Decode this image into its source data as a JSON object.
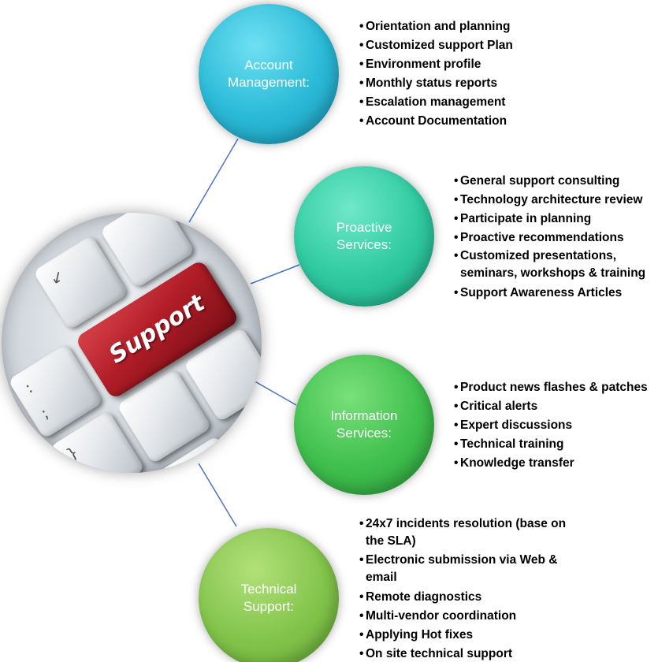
{
  "center": {
    "key_label": "Support"
  },
  "categories": [
    {
      "title": "Account\nManagement:",
      "items": [
        "Orientation and planning",
        "Customized support Plan",
        "Environment profile",
        "Monthly status reports",
        "Escalation management",
        "Account Documentation"
      ]
    },
    {
      "title": "Proactive\nServices:",
      "items": [
        "General support consulting",
        "Technology architecture review",
        "Participate in planning",
        "Proactive recommendations",
        "Customized presentations,\nseminars, workshops & training",
        "Support Awareness Articles"
      ]
    },
    {
      "title": "Information\nServices:",
      "items": [
        "Product news flashes & patches",
        "Critical alerts",
        "Expert discussions",
        "Technical training",
        "Knowledge transfer"
      ]
    },
    {
      "title": "Technical\nSupport:",
      "items": [
        "24x7 incidents resolution (base on\nthe SLA)",
        "Electronic submission via Web &\nemail",
        "Remote diagnostics",
        "Multi-vendor coordination",
        "Applying Hot fixes",
        "On site technical support"
      ]
    }
  ],
  "colors": {
    "account": "#29b9d6",
    "proactive": "#2ec9a0",
    "information": "#3fbf4d",
    "technical": "#82c44b",
    "support_key": "#b11d27",
    "connector": "#4a74c4"
  }
}
